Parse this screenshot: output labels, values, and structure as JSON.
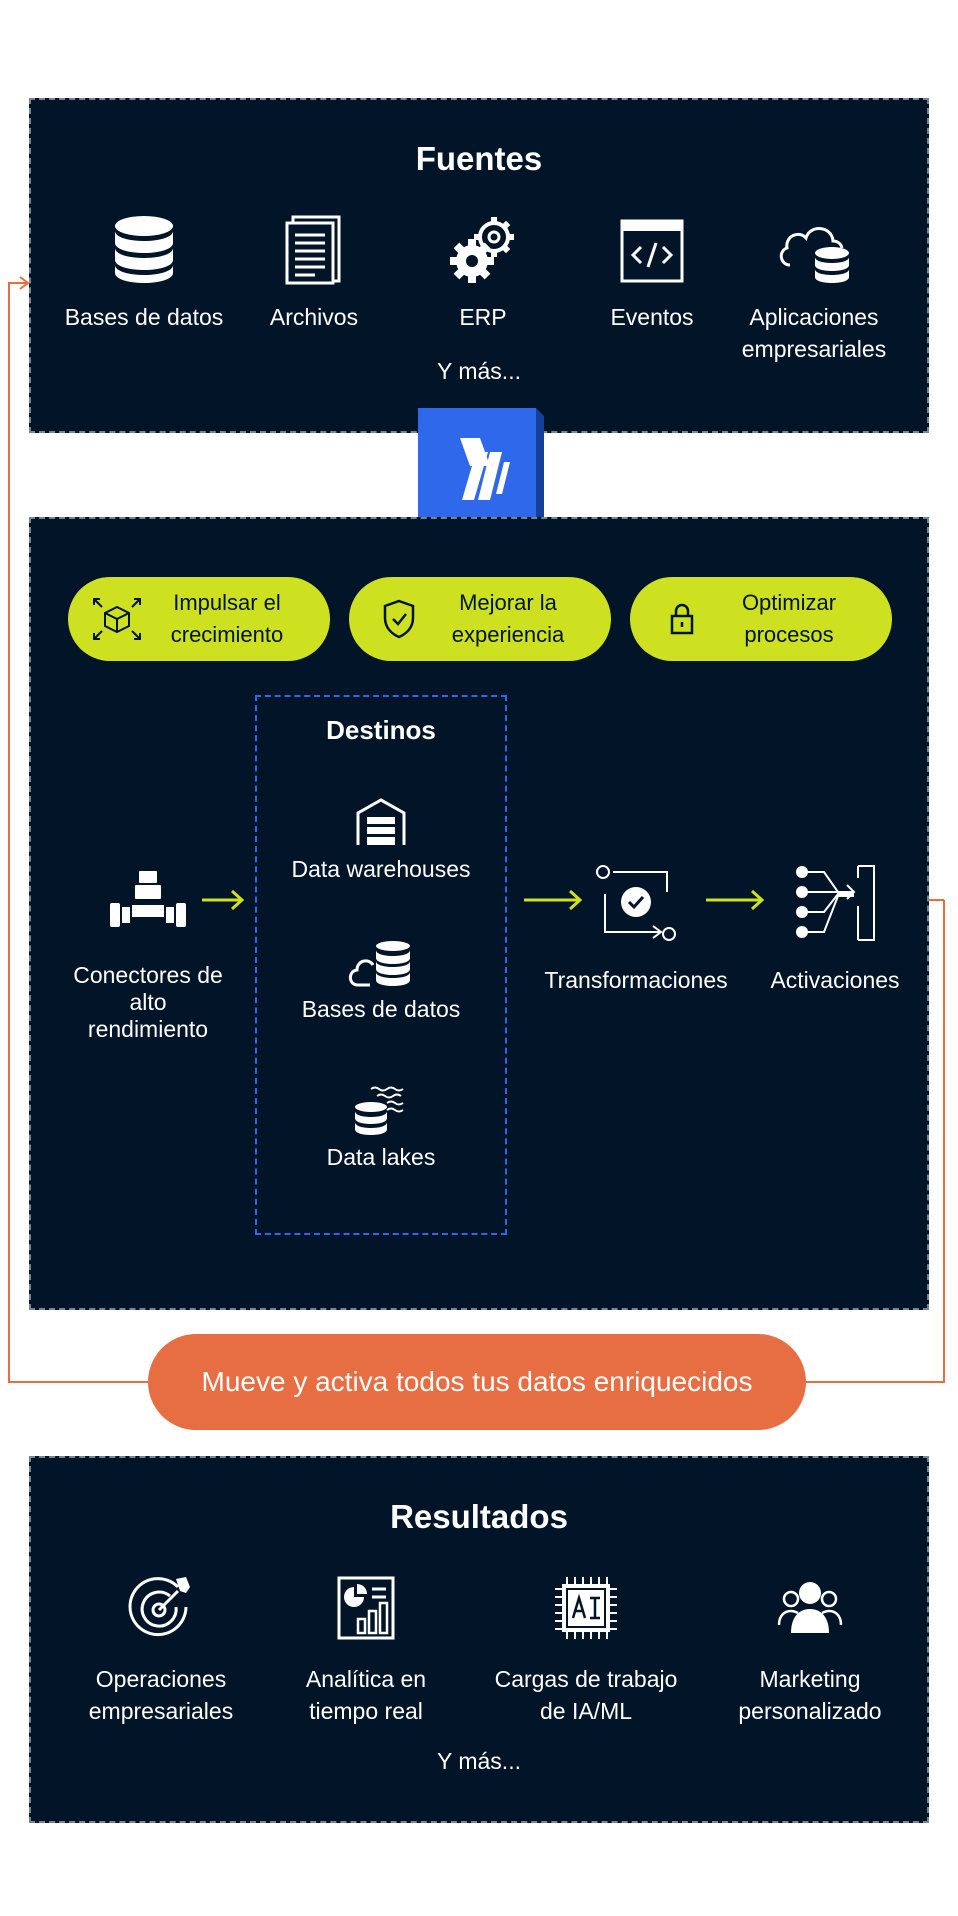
{
  "colors": {
    "panel": "#021428",
    "accent_lime": "#cde120",
    "accent_orange": "#e76e43",
    "accent_blue": "#2f68ea"
  },
  "sources": {
    "title": "Fuentes",
    "items": [
      {
        "icon": "database-icon",
        "label": "Bases de datos"
      },
      {
        "icon": "document-icon",
        "label": "Archivos"
      },
      {
        "icon": "gears-icon",
        "label": "ERP"
      },
      {
        "icon": "code-window-icon",
        "label": "Eventos"
      },
      {
        "icon": "cloud-database-icon",
        "label": "Aplicaciones\nempresariales"
      }
    ],
    "more": "Y más..."
  },
  "logo": {
    "icon": "brand-logo-icon"
  },
  "benefits": [
    {
      "icon": "cube-expand-icon",
      "label": "Impulsar el\ncrecimiento"
    },
    {
      "icon": "shield-check-icon",
      "label": "Mejorar la\nexperiencia"
    },
    {
      "icon": "lock-icon",
      "label": "Optimizar\nprocesos"
    }
  ],
  "pipeline": {
    "connectors": {
      "icon": "connector-icon",
      "label": "Conectores de\nalto\nrendimiento"
    },
    "destinations": {
      "title": "Destinos",
      "items": [
        {
          "icon": "warehouse-icon",
          "label": "Data warehouses"
        },
        {
          "icon": "cloud-database-icon",
          "label": "Bases de datos"
        },
        {
          "icon": "data-lake-icon",
          "label": "Data lakes"
        }
      ]
    },
    "transformations": {
      "icon": "transform-icon",
      "label": "Transformaciones"
    },
    "activations": {
      "icon": "activation-icon",
      "label": "Activaciones"
    }
  },
  "cta": {
    "label": "Mueve y activa todos tus datos enriquecidos"
  },
  "results": {
    "title": "Resultados",
    "items": [
      {
        "icon": "target-icon",
        "label": "Operaciones\nempresariales"
      },
      {
        "icon": "report-chart-icon",
        "label": "Analítica en\ntiempo real"
      },
      {
        "icon": "ai-chip-icon",
        "label": "Cargas de trabajo\nde IA/ML"
      },
      {
        "icon": "people-icon",
        "label": "Marketing\npersonalizado"
      }
    ],
    "more": "Y más..."
  }
}
